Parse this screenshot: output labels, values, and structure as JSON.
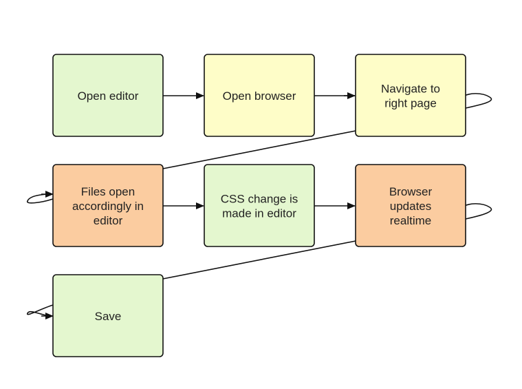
{
  "colors": {
    "green": "#e4f7cf",
    "yellow": "#fefdc8",
    "orange": "#fbcca0",
    "stroke": "#111111",
    "background": "#ffffff"
  },
  "nodes": [
    {
      "id": "open-editor",
      "label": "Open editor",
      "fill": "green"
    },
    {
      "id": "open-browser",
      "label": "Open browser",
      "fill": "yellow"
    },
    {
      "id": "navigate",
      "label": "Navigate to\nright page",
      "fill": "yellow"
    },
    {
      "id": "files-open",
      "label": "Files open\naccordingly in\neditor",
      "fill": "orange"
    },
    {
      "id": "css-change",
      "label": "CSS change is\nmade in editor",
      "fill": "green"
    },
    {
      "id": "browser-updates",
      "label": "Browser\nupdates\nrealtime",
      "fill": "orange"
    },
    {
      "id": "save",
      "label": "Save",
      "fill": "green"
    }
  ],
  "edges": [
    {
      "from": "open-editor",
      "to": "open-browser"
    },
    {
      "from": "open-browser",
      "to": "navigate"
    },
    {
      "from": "navigate",
      "to": "files-open"
    },
    {
      "from": "files-open",
      "to": "css-change"
    },
    {
      "from": "css-change",
      "to": "browser-updates"
    },
    {
      "from": "browser-updates",
      "to": "save"
    }
  ]
}
